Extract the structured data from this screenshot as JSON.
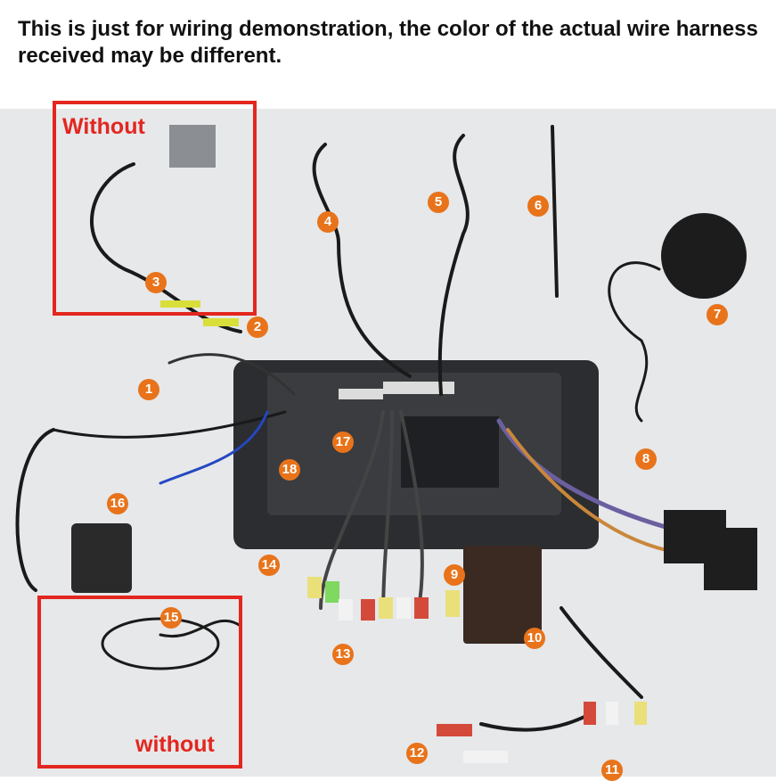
{
  "caption": "This is just for wiring demonstration, the color of the actual wire harness received may be different.",
  "box_labels": {
    "top_left": "Without",
    "bottom_left": "without"
  },
  "markers": [
    "1",
    "2",
    "3",
    "4",
    "5",
    "6",
    "7",
    "8",
    "9",
    "10",
    "11",
    "12",
    "13",
    "14",
    "15",
    "16",
    "17",
    "18"
  ],
  "colors": {
    "marker": "#e8731a",
    "highlight_box": "#e3261f",
    "background": "#e6e8ea"
  }
}
